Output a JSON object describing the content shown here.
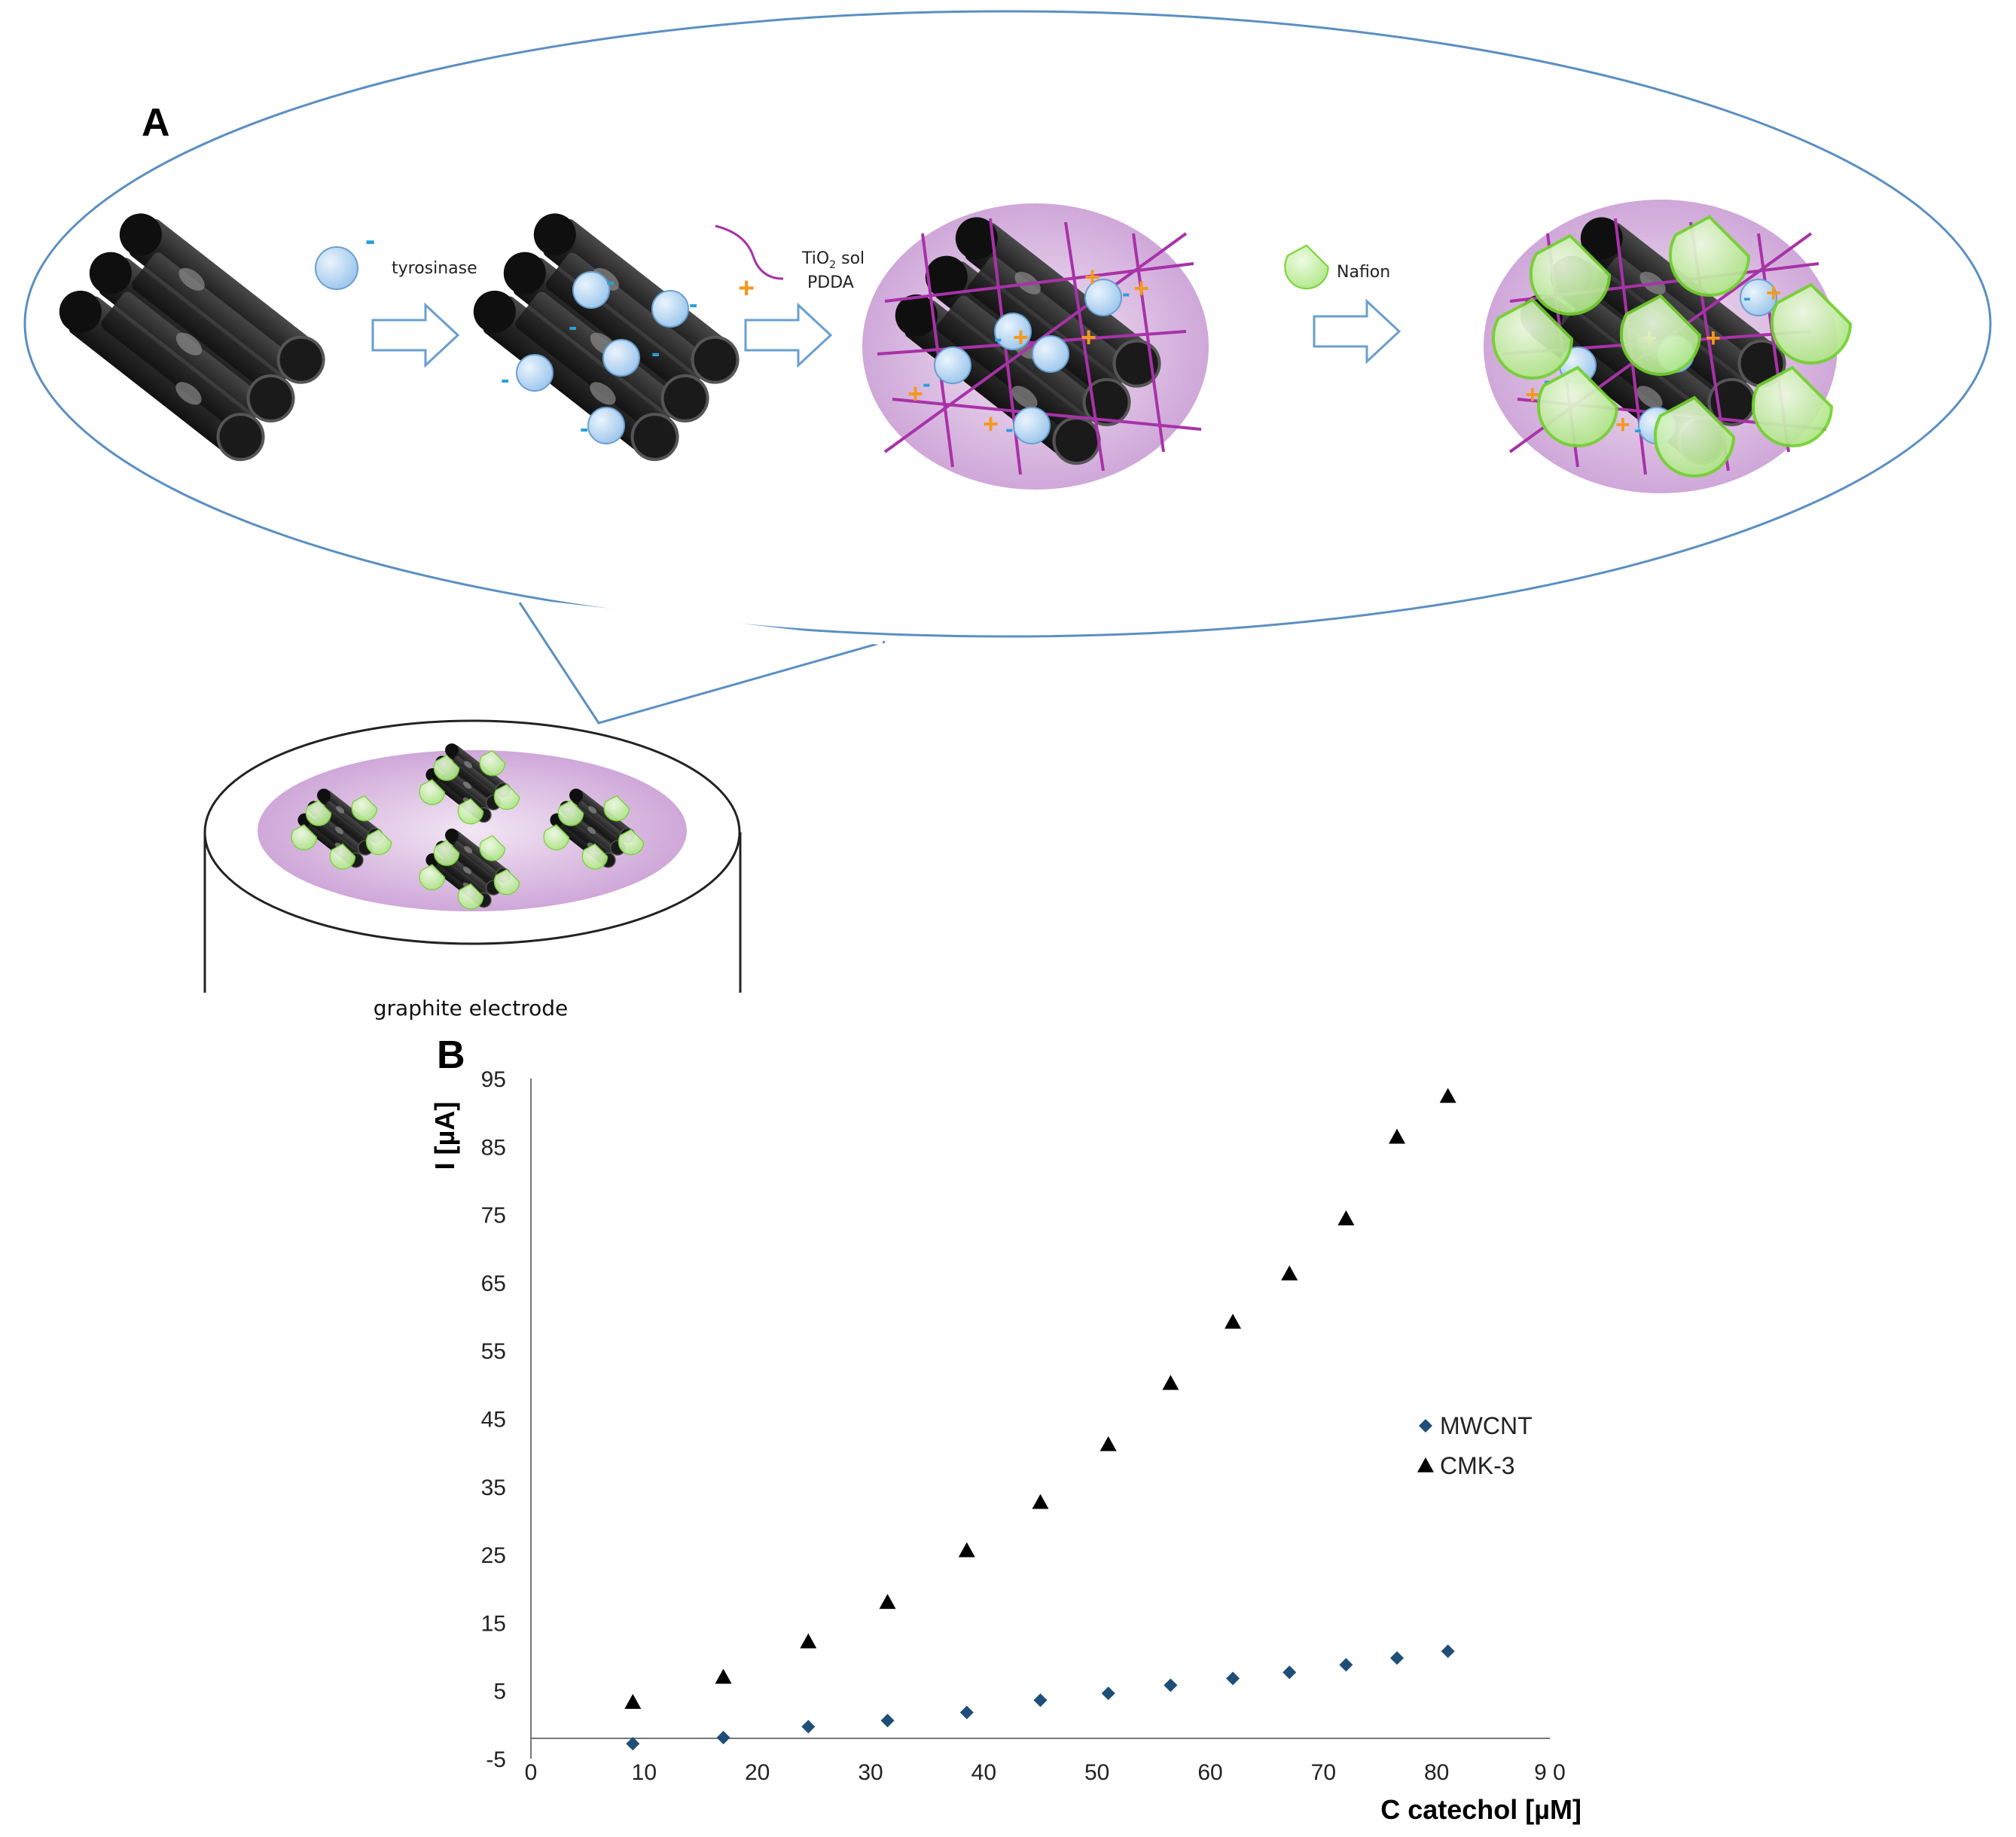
{
  "panel_a": {
    "label": "A",
    "tyrosinase_label": "tyrosinase",
    "tio2_label_main": "TiO",
    "tio2_label_sub": "2",
    "tio2_label_rest": " sol",
    "pdda_label": "PDDA",
    "nafion_label": "Nafion",
    "electrode_label": "graphite electrode",
    "minus_sign": "-",
    "plus_sign": "+",
    "colors": {
      "enzyme_fill": "#bcd8f2",
      "enzyme_stroke": "#6a9fcf",
      "negative_charge": "#2a9fd8",
      "positive_charge": "#f39a1f",
      "polymer_line": "#a832a8",
      "matrix_fill": "#cfa8d8",
      "nafion_fill": "#c9f0a8",
      "nafion_stroke": "#73d12e",
      "rod_dark": "#2b2b2b",
      "callout_stroke": "#5b8fc2"
    }
  },
  "panel_b": {
    "label": "B"
  },
  "chart_data": {
    "type": "scatter",
    "xlabel": "C catechol [µM]",
    "ylabel": "I [µA]",
    "xlim": [
      0,
      90
    ],
    "ylim": [
      -5,
      95
    ],
    "xticks": [
      "0",
      "10",
      "20",
      "30",
      "40",
      "50",
      "60",
      "70",
      "80",
      "9 0"
    ],
    "yticks": [
      "-5",
      "5",
      "15",
      "25",
      "35",
      "45",
      "55",
      "65",
      "75",
      "85",
      "95"
    ],
    "grid": false,
    "legend_position": "right",
    "series": [
      {
        "name": "MWCNT",
        "marker": "diamond",
        "color": "#1f4e79",
        "x": [
          9,
          17,
          24.5,
          31.5,
          38.5,
          45,
          51,
          56.5,
          62,
          67,
          72,
          76.5,
          81
        ],
        "y": [
          -2.8,
          -1.9,
          -0.3,
          0.6,
          1.8,
          3.6,
          4.6,
          5.8,
          6.8,
          7.7,
          8.8,
          9.8,
          10.8
        ]
      },
      {
        "name": "CMK-3",
        "marker": "triangle",
        "color": "#000000",
        "x": [
          9,
          17,
          24.5,
          31.5,
          38.5,
          45,
          51,
          56.5,
          62,
          67,
          72,
          76.5,
          81
        ],
        "y": [
          3.3,
          7,
          12.2,
          18,
          25.6,
          32.7,
          41.2,
          50.2,
          59.2,
          66.3,
          74.4,
          86.4,
          92.4
        ]
      }
    ]
  }
}
